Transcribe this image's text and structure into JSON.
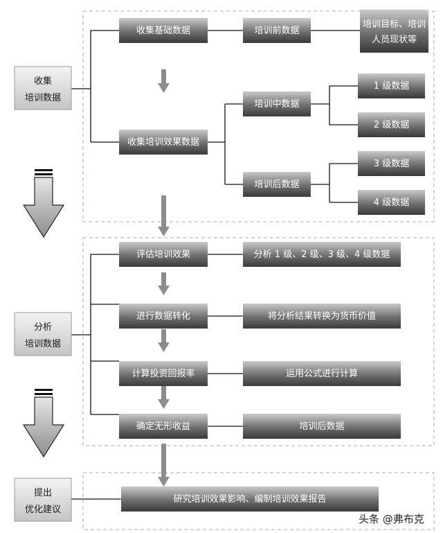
{
  "stages": [
    {
      "label_lines": [
        "收集",
        "培训数据"
      ]
    },
    {
      "label_lines": [
        "分析",
        "培训数据"
      ]
    },
    {
      "label_lines": [
        "提出",
        "优化建议"
      ]
    }
  ],
  "collect": {
    "basic": "收集基础数据",
    "pre": "培训前数据",
    "pre_detail_lines": [
      "培训目标、培训",
      "人员现状等"
    ],
    "effect": "收集培训效果数据",
    "mid": "培训中数据",
    "post": "培训后数据",
    "levels": [
      "1 级数据",
      "2 级数据",
      "3 级数据",
      "4 级数据"
    ]
  },
  "analyze": {
    "steps": [
      "评估培训效果",
      "进行数据转化",
      "计算投资回报率",
      "确定无形收益"
    ],
    "details": [
      "分析 1 级、2 级、3 级、4 级数据",
      "将分析结果转换为货币价值",
      "运用公式进行计算",
      "培训后数据"
    ]
  },
  "suggest": {
    "text": "研究培训效果影响、编制培训效果报告"
  },
  "watermark": "头条 @弗布克"
}
